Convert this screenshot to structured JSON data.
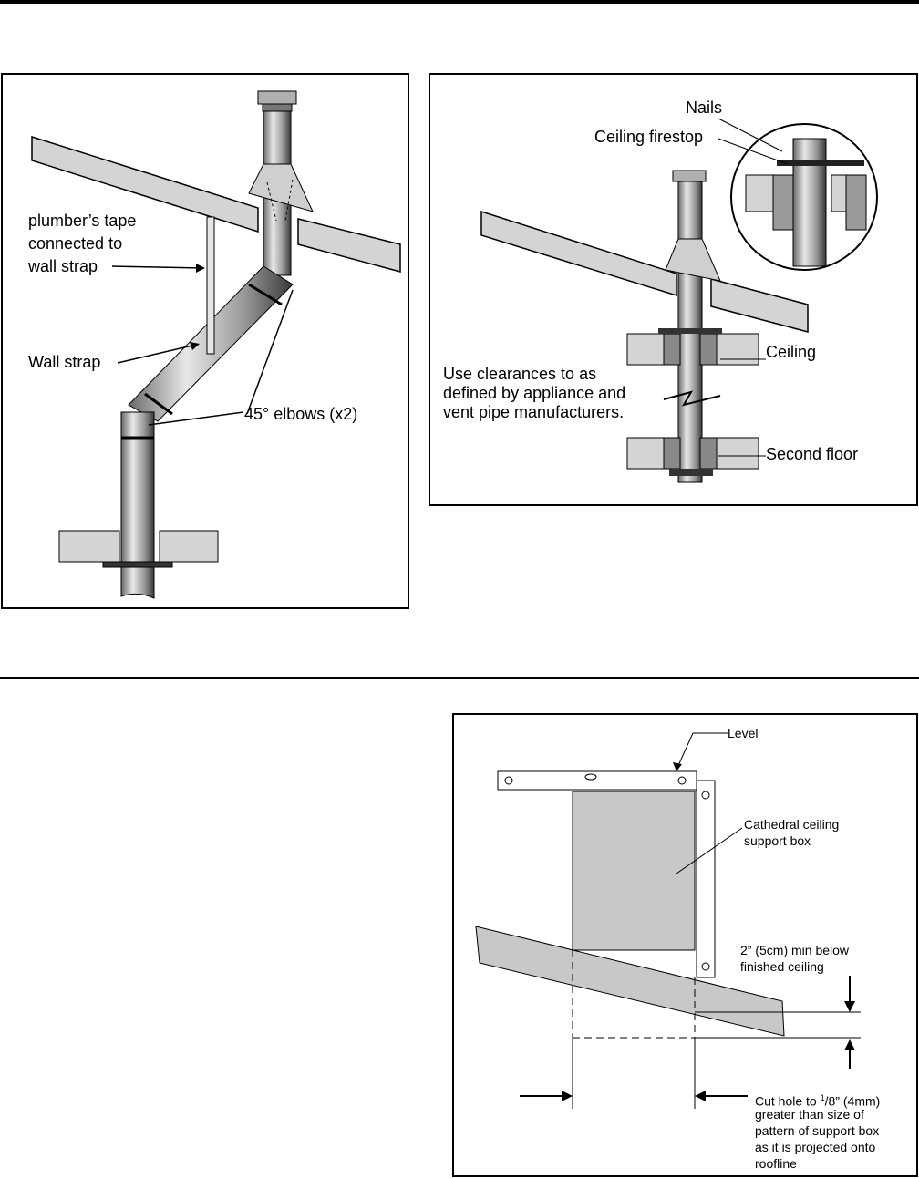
{
  "figure1": {
    "labels": {
      "plumbers_tape": [
        "plumber’s tape",
        "connected to",
        "wall strap"
      ],
      "wall_strap": "Wall strap",
      "elbows": "45° elbows (x2)"
    }
  },
  "figure2": {
    "labels": {
      "nails": "Nails",
      "firestop": "Ceiling firestop",
      "ceiling": "Ceiling",
      "clearances": [
        "Use clearances to as",
        "defined by appliance and",
        "vent pipe manufacturers."
      ],
      "second_floor": "Second floor"
    }
  },
  "figure3": {
    "labels": {
      "level": "Level",
      "support_box": [
        "Cathedral ceiling",
        "support box"
      ],
      "min_below": [
        "2” (5cm) min below",
        "finished ceiling"
      ],
      "cut_hole": {
        "prefix": "Cut hole to ",
        "frac_num": "1",
        "frac_den": "/8",
        "suffix": "” (4mm)",
        "lines": [
          "greater than size of",
          "pattern of support box",
          "as it is projected onto",
          "roofline"
        ]
      }
    }
  },
  "colors": {
    "line": "#000000",
    "fill_gray": "#d4d4d4",
    "box_gray": "#c8c8c8",
    "background": "#ffffff"
  }
}
